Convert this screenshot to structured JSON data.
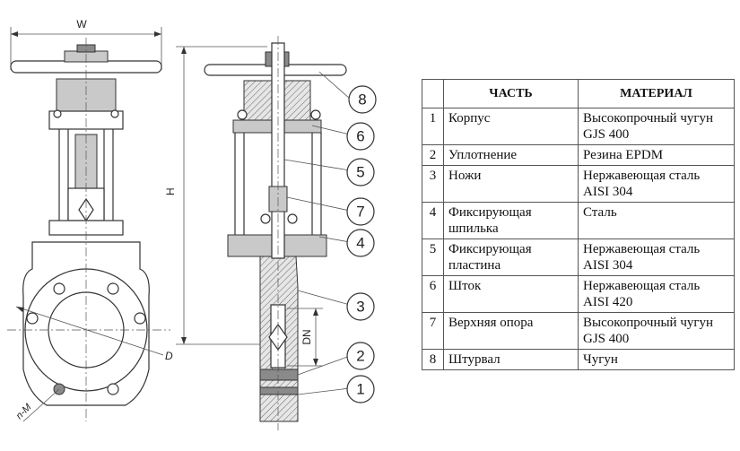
{
  "drawing": {
    "dimension_labels": {
      "width": "W",
      "height": "H",
      "diameter_nominal": "DN",
      "outer_diameter": "D",
      "bolts": "n-M"
    },
    "callouts": [
      "1",
      "2",
      "3",
      "4",
      "5",
      "6",
      "7",
      "8"
    ]
  },
  "table": {
    "headers": {
      "number": "",
      "part": "ЧАСТЬ",
      "material": "МАТЕРИАЛ"
    },
    "rows": [
      {
        "num": "1",
        "part": "Корпус",
        "material": "Высокопрочный чугун GJS 400"
      },
      {
        "num": "2",
        "part": "Уплотнение",
        "material": "Резина EPDM"
      },
      {
        "num": "3",
        "part": "Ножи",
        "material": "Нержавеющая сталь AISI 304"
      },
      {
        "num": "4",
        "part": "Фиксирующая шпилька",
        "material": "Сталь"
      },
      {
        "num": "5",
        "part": "Фиксирующая пластина",
        "material": "Нержавеющая сталь AISI 304"
      },
      {
        "num": "6",
        "part": "Шток",
        "material": "Нержавеющая сталь AISI 420"
      },
      {
        "num": "7",
        "part": "Верхняя опора",
        "material": "Высокопрочный чугун GJS 400"
      },
      {
        "num": "8",
        "part": "Штурвал",
        "material": "Чугун"
      }
    ]
  }
}
